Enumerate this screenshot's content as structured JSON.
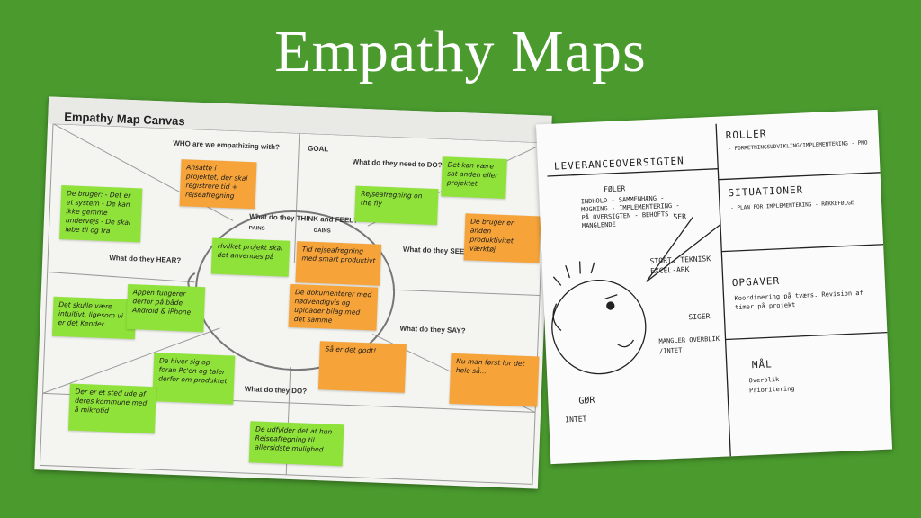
{
  "title": "Empathy Maps",
  "canvas": {
    "heading": "Empathy Map Canvas",
    "goal": "GOAL",
    "sections": {
      "who": "WHO are we empathizing with?",
      "do": "What do they need to DO?",
      "think": "What do they THINK and FEEL?",
      "pains": "PAINS",
      "gains": "GAINS",
      "hear": "What do they HEAR?",
      "see": "What do they SEE?",
      "say": "What do they SAY?",
      "does": "What do they DO?"
    },
    "notes": {
      "n1": "Ansatte i projektet, der skal registrere tid + rejseafregning",
      "n2": "Det kan være sat anden eller projektet",
      "n3": "Rejseafregning on the fly",
      "n4": "De bruger: - Det er et system - De kan ikke gemme undervejs - De skal løbe til og fra",
      "n5": "Hvilket projekt skal det anvendes på",
      "n6": "Tid rejseafregning med smart produktivt",
      "n7": "De bruger en anden produktivitet værktøj",
      "n8": "De dokumenterer med nødvendigvis og uploader bilag med det samme",
      "n9": "Det skulle være intuitivt, ligesom vi er det Kender",
      "n10": "Appen fungerer derfor på både Android & iPhone",
      "n11": "Så er det godt!",
      "n12": "Nu man først for det hele så...",
      "n13": "De hiver sig op foran Pc'en og taler derfor om produktet",
      "n14": "Der er et sted ude af deres kommune med å mikrotid",
      "n15": "De udfylder det at hun Rejseafregning til allersidste mulighed"
    }
  },
  "paper": {
    "heading": "LEVERANCEOVERSIGTEN",
    "feel": "FØLER",
    "feel_items": "INDHOLD - SAMMENHÆNG - MOGNING - IMPLEMENTERING - PÅ OVERSIGTEN - BEHOFTS - MANGLENDE",
    "see": "SER",
    "see_items": "STORT, TEKNISK EXCEL-ARK",
    "say": "SIGER",
    "say_items": "MANGLER OVERBLIK /INTET",
    "do": "GØR",
    "do_items": "INTET",
    "roles": "ROLLER",
    "roles_items": "- FORRETNINGSUDVIKLING/IMPLEMENTERING - PMO",
    "situation": "SITUATIONER",
    "situation_items": "- PLAN FOR IMPLEMENTERING - RÆKKEFØLGE",
    "tasks": "OPGAVER",
    "tasks_items": "Koordinering på tværs. Revision af timer på projekt",
    "goals": "MÅL",
    "goals_items": "Overblik Prioritering"
  }
}
